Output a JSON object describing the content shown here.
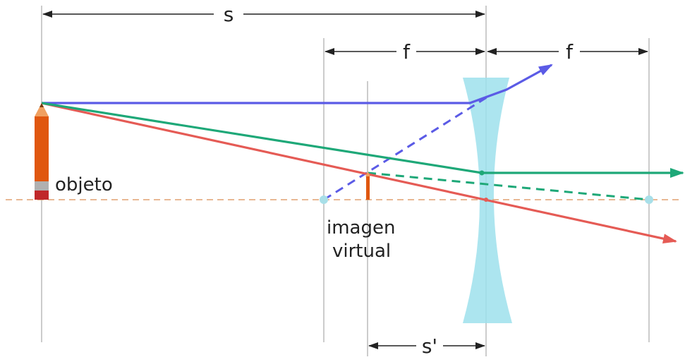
{
  "labels": {
    "s": "s",
    "f_left": "f",
    "f_right": "f",
    "s_prime": "s'",
    "object": "objeto",
    "image_line1": "imagen",
    "image_line2": "virtual"
  },
  "colors": {
    "background": "#ffffff",
    "guide_line": "#b0b0b0",
    "axis": "#e0a070",
    "lens": "#9de0ec",
    "ray_parallel": "#5b5be6",
    "ray_center": "#e55b55",
    "ray_focal": "#1ea878",
    "pencil_body": "#e0570f",
    "pencil_tip": "#f0a060",
    "pencil_band": "#b0b0b0",
    "pencil_eraser": "#c0282a",
    "focal_point": "#a8dfe8",
    "dimension": "#222222"
  },
  "diagram": {
    "type": "diverging-lens ray diagram",
    "elements": [
      "object",
      "virtual image",
      "diverging lens",
      "two focal points",
      "three principal rays"
    ]
  }
}
